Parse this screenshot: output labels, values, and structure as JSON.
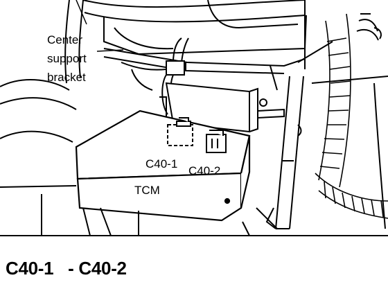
{
  "labels": {
    "center_support_bracket_line1": "Center",
    "center_support_bracket_line2": "support",
    "center_support_bracket_line3": "bracket",
    "connector_1": "C40-1",
    "connector_2": "C40-2",
    "module": "TCM"
  },
  "caption": {
    "part1": "C40-1",
    "part2": "- C40-2"
  },
  "colors": {
    "ink": "#000000",
    "paper": "#ffffff"
  }
}
